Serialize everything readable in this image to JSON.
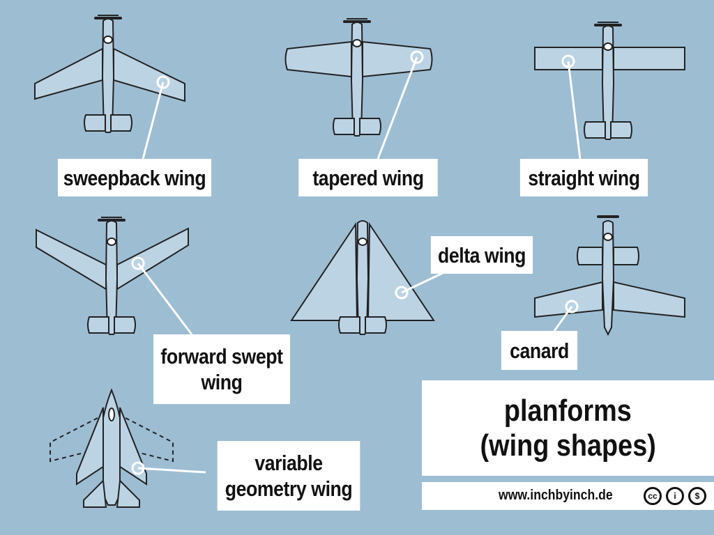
{
  "labels": {
    "sweepback": "sweepback wing",
    "tapered": "tapered wing",
    "straight": "straight wing",
    "forward_swept_line1": "forward swept",
    "forward_swept_line2": "wing",
    "delta": "delta wing",
    "canard": "canard",
    "variable_line1": "variable",
    "variable_line2": "geometry wing"
  },
  "title": {
    "line1": "planforms",
    "line2": "(wing shapes)"
  },
  "footer": {
    "url": "www.inchbyinch.de",
    "license_icons": [
      "cc-icon",
      "attribution-icon",
      "noncommercial-icon"
    ],
    "cc_text": "cc",
    "by_text": "i",
    "nc_text": "$"
  },
  "colors": {
    "background": "#9dbdd3",
    "plane_fill": "#bcd3e4",
    "outline": "#222222",
    "label_bg": "#ffffff"
  }
}
